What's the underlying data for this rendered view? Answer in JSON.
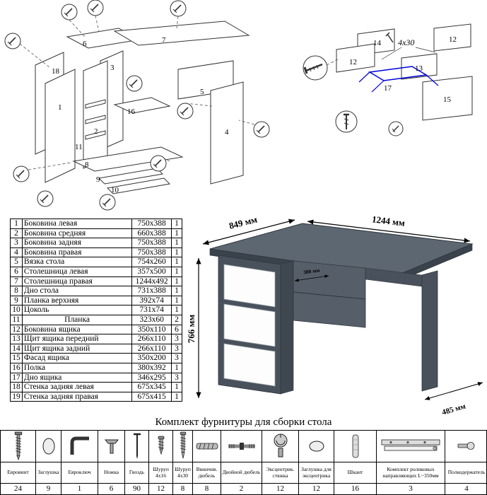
{
  "main_diagram": {
    "labels": {
      "n1": "1",
      "n2": "2",
      "n3": "3",
      "n4": "4",
      "n5": "5",
      "n6": "6",
      "n7": "7",
      "n8": "8",
      "n9": "9",
      "n10": "10",
      "n11": "11",
      "n16": "16",
      "n18": "18"
    }
  },
  "drawer_diagram": {
    "labels": {
      "s12_left": "12",
      "s12_right": "12",
      "s13": "13",
      "s14": "14",
      "s15": "15",
      "s17": "17"
    },
    "screw_label": "4x30",
    "highlight_color": "#0000dd"
  },
  "parts_table": {
    "rows": [
      {
        "num": "1",
        "name": "Боковина левая",
        "size": "750x388",
        "qty": "1"
      },
      {
        "num": "2",
        "name": "Боковина средняя",
        "size": "660x388",
        "qty": "1"
      },
      {
        "num": "3",
        "name": "Боковина задняя",
        "size": "750x388",
        "qty": "1"
      },
      {
        "num": "4",
        "name": "Боковина правая",
        "size": "750x388",
        "qty": "1"
      },
      {
        "num": "5",
        "name": "Вязка стола",
        "size": "754x260",
        "qty": "1"
      },
      {
        "num": "6",
        "name": "Столешница левая",
        "size": "357x500",
        "qty": "1"
      },
      {
        "num": "7",
        "name": "Столешница правая",
        "size": "1244x492",
        "qty": "1"
      },
      {
        "num": "8",
        "name": "Дно стола",
        "size": "731x388",
        "qty": "1"
      },
      {
        "num": "9",
        "name": "Планка верхняя",
        "size": "392x74",
        "qty": "1"
      },
      {
        "num": "10",
        "name": "Цоколь",
        "size": "731x74",
        "qty": "1"
      },
      {
        "num": "11",
        "name": "Планка",
        "size": "323x60",
        "qty": "2"
      },
      {
        "num": "12",
        "name": "Боковина ящика",
        "size": "350x110",
        "qty": "6"
      },
      {
        "num": "13",
        "name": "Щит ящика передний",
        "size": "266x110",
        "qty": "3"
      },
      {
        "num": "14",
        "name": "Щит ящика задний",
        "size": "266x110",
        "qty": "3"
      },
      {
        "num": "15",
        "name": "Фасад ящика",
        "size": "350x200",
        "qty": "3"
      },
      {
        "num": "16",
        "name": "Полка",
        "size": "380x392",
        "qty": "1"
      },
      {
        "num": "17",
        "name": "Дно ящика",
        "size": "346x295",
        "qty": "3"
      },
      {
        "num": "18",
        "name": "Стенка задняя левая",
        "size": "675x345",
        "qty": "1"
      },
      {
        "num": "19",
        "name": "Стенка задняя правая",
        "size": "675x415",
        "qty": "1"
      }
    ]
  },
  "desk": {
    "dims": {
      "depth_left": "849 мм",
      "width_top": "1244 мм",
      "height": "766 мм",
      "shelf_depth": "380 мм",
      "right_depth": "485 мм"
    },
    "colors": {
      "top": "#5d6771",
      "edge": "#3a434c",
      "side": "#49525c",
      "side2": "#3f4851",
      "inner": "#565f69",
      "drawer": "#fdfdfd"
    }
  },
  "hardware": {
    "title": "Комплект фурнитуры для сборки стола",
    "items": [
      {
        "name": "Евровинт",
        "qty": "24"
      },
      {
        "name": "Заглушка",
        "qty": "9"
      },
      {
        "name": "Евроключ",
        "qty": "1"
      },
      {
        "name": "Ножка",
        "qty": "6"
      },
      {
        "name": "Гвоздь",
        "qty": "90"
      },
      {
        "name": "Шуруп 4x16",
        "qty": "12"
      },
      {
        "name": "Шуруп 4x30",
        "qty": "8"
      },
      {
        "name": "Ввинчив. дюбель",
        "qty": "8"
      },
      {
        "name": "Двойной дюбель",
        "qty": "2"
      },
      {
        "name": "Эксцентрик. стяжка",
        "qty": "12"
      },
      {
        "name": "Заглушка для эксцентрика",
        "qty": "12"
      },
      {
        "name": "Шкант",
        "qty": "16"
      },
      {
        "name": "Комплект роликовых направляющих L~350мм",
        "qty": "3"
      },
      {
        "name": "Полкодержатель",
        "qty": "4"
      }
    ]
  }
}
